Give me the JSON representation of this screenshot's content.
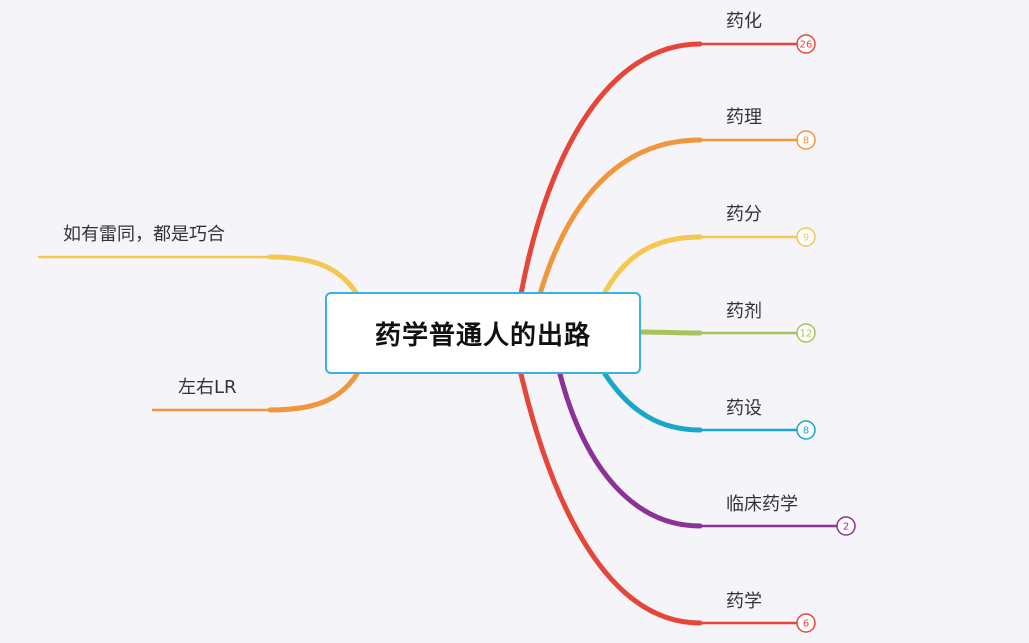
{
  "root": {
    "title": "药学普通人的出路"
  },
  "right_branches": [
    {
      "label": "药化",
      "count": "26",
      "color": "#e6463a"
    },
    {
      "label": "药理",
      "count": "8",
      "color": "#f0963c"
    },
    {
      "label": "药分",
      "count": "9",
      "color": "#f5c74e"
    },
    {
      "label": "药剂",
      "count": "12",
      "color": "#a7c45a"
    },
    {
      "label": "药设",
      "count": "8",
      "color": "#17a7cb"
    },
    {
      "label": "临床药学",
      "count": "2",
      "color": "#8c3196"
    },
    {
      "label": "药学",
      "count": "6",
      "color": "#e6463a"
    }
  ],
  "left_branches": [
    {
      "label": "如有雷同，都是巧合",
      "color": "#f5c74e"
    },
    {
      "label": "左右LR",
      "color": "#f0963c"
    }
  ]
}
